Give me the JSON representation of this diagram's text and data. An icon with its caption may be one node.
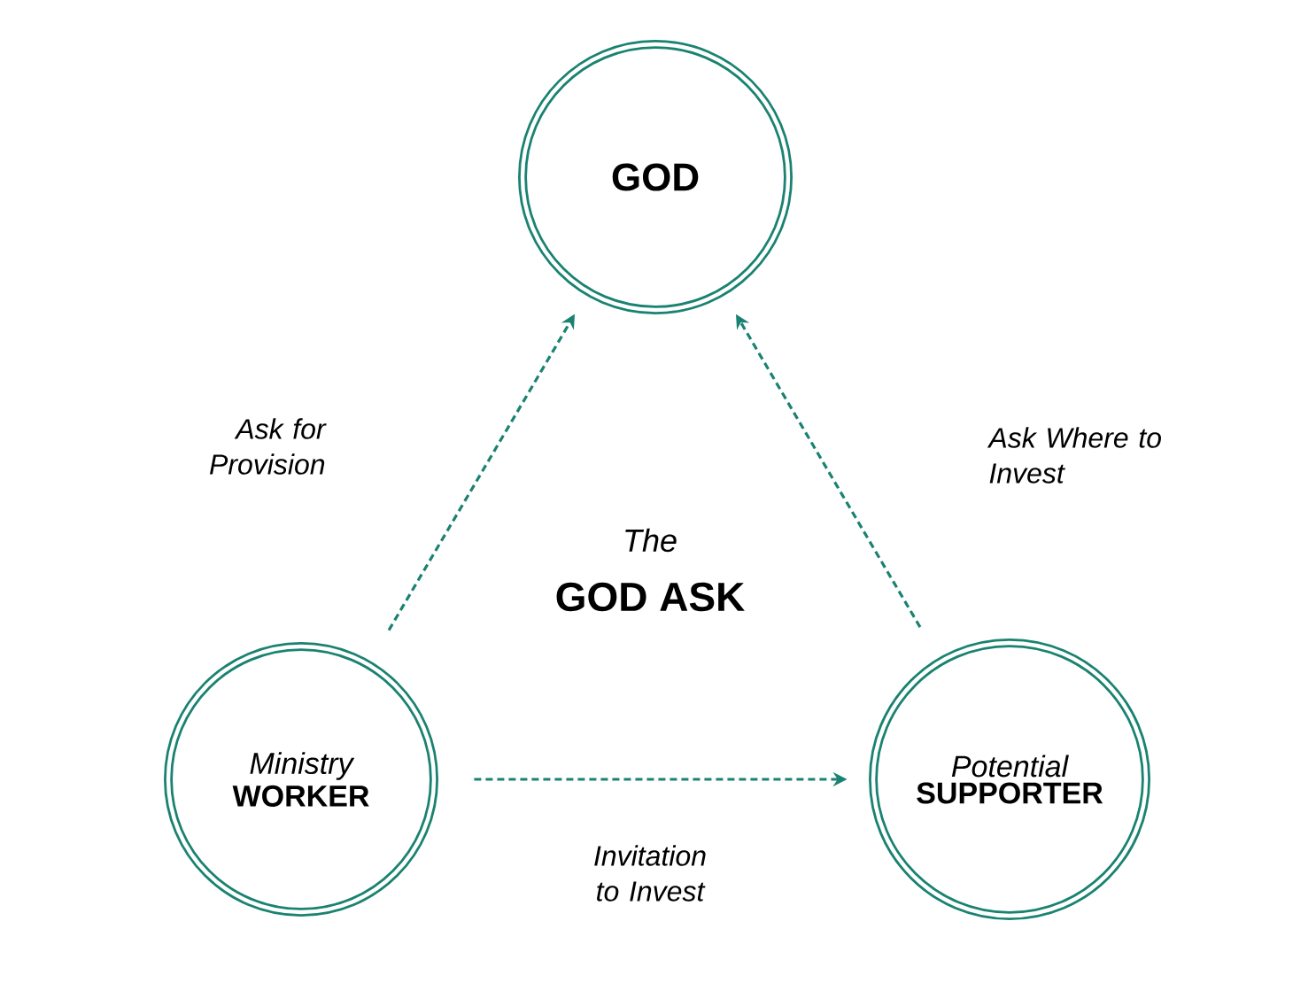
{
  "diagram": {
    "nodes": [
      {
        "text": [
          "GOD"
        ]
      },
      {
        "text": [
          "Ministry",
          "WORKER"
        ]
      },
      {
        "text": [
          "Potential",
          "SUPPORTER"
        ]
      }
    ],
    "edges": [
      {
        "from": 1,
        "to": 0,
        "arrow": "to",
        "label": "Ask for Provision"
      },
      {
        "from": 2,
        "to": 0,
        "arrow": "to",
        "label": "Ask Where to Invest"
      },
      {
        "from": 1,
        "to": 2,
        "arrow": "to",
        "label": "Invitation to Invest"
      }
    ],
    "labels": [
      "The",
      "GOD ASK"
    ]
  }
}
